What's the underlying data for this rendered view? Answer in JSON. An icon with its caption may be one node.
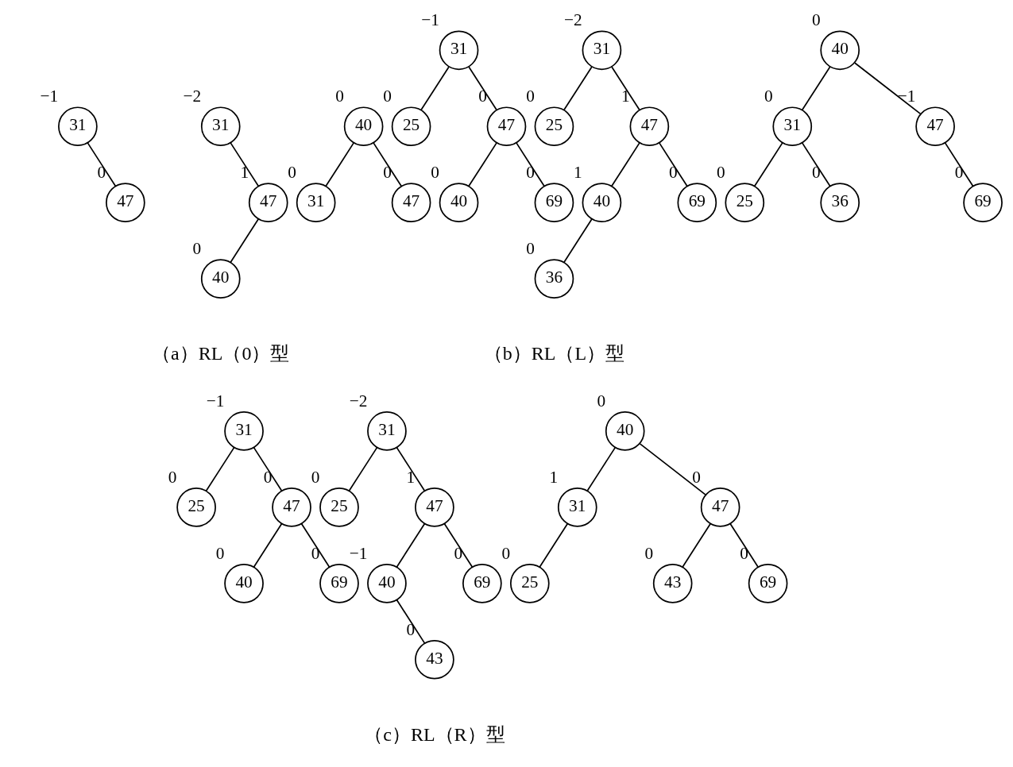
{
  "diagram": {
    "nodes": [
      {
        "text": [
          "31"
        ],
        "beside": [
          "−1"
        ]
      },
      {
        "text": [
          "47"
        ],
        "beside": [
          "0"
        ]
      },
      {
        "text": [
          "31"
        ],
        "beside": [
          "−2"
        ]
      },
      {
        "text": [
          "47"
        ],
        "beside": [
          "1"
        ]
      },
      {
        "text": [
          "40"
        ],
        "beside": [
          "0"
        ]
      },
      {
        "text": [
          "40"
        ],
        "beside": [
          "0"
        ]
      },
      {
        "text": [
          "31"
        ],
        "beside": [
          "0"
        ]
      },
      {
        "text": [
          "47"
        ],
        "beside": [
          "0"
        ]
      },
      {
        "text": [
          "31"
        ],
        "beside": [
          "−1"
        ]
      },
      {
        "text": [
          "25"
        ],
        "beside": [
          "0"
        ]
      },
      {
        "text": [
          "47"
        ],
        "beside": [
          "0"
        ]
      },
      {
        "text": [
          "40"
        ],
        "beside": [
          "0"
        ]
      },
      {
        "text": [
          "69"
        ],
        "beside": [
          "0"
        ]
      },
      {
        "text": [
          "31"
        ],
        "beside": [
          "−2"
        ]
      },
      {
        "text": [
          "25"
        ],
        "beside": [
          "0"
        ]
      },
      {
        "text": [
          "47"
        ],
        "beside": [
          "1"
        ]
      },
      {
        "text": [
          "40"
        ],
        "beside": [
          "1"
        ]
      },
      {
        "text": [
          "69"
        ],
        "beside": [
          "0"
        ]
      },
      {
        "text": [
          "36"
        ],
        "beside": [
          "0"
        ]
      },
      {
        "text": [
          "40"
        ],
        "beside": [
          "0"
        ]
      },
      {
        "text": [
          "31"
        ],
        "beside": [
          "0"
        ]
      },
      {
        "text": [
          "47"
        ],
        "beside": [
          "−1"
        ]
      },
      {
        "text": [
          "25"
        ],
        "beside": [
          "0"
        ]
      },
      {
        "text": [
          "36"
        ],
        "beside": [
          "0"
        ]
      },
      {
        "text": [
          "69"
        ],
        "beside": [
          "0"
        ]
      },
      {
        "text": [
          "31"
        ],
        "beside": [
          "−1"
        ]
      },
      {
        "text": [
          "25"
        ],
        "beside": [
          "0"
        ]
      },
      {
        "text": [
          "47"
        ],
        "beside": [
          "0"
        ]
      },
      {
        "text": [
          "40"
        ],
        "beside": [
          "0"
        ]
      },
      {
        "text": [
          "69"
        ],
        "beside": [
          "0"
        ]
      },
      {
        "text": [
          "31"
        ],
        "beside": [
          "−2"
        ]
      },
      {
        "text": [
          "25"
        ],
        "beside": [
          "0"
        ]
      },
      {
        "text": [
          "47"
        ],
        "beside": [
          "1"
        ]
      },
      {
        "text": [
          "40"
        ],
        "beside": [
          "−1"
        ]
      },
      {
        "text": [
          "69"
        ],
        "beside": [
          "0"
        ]
      },
      {
        "text": [
          "43"
        ],
        "beside": [
          "0"
        ]
      },
      {
        "text": [
          "40"
        ],
        "beside": [
          "0"
        ]
      },
      {
        "text": [
          "31"
        ],
        "beside": [
          "1"
        ]
      },
      {
        "text": [
          "47"
        ],
        "beside": [
          "0"
        ]
      },
      {
        "text": [
          "25"
        ],
        "beside": [
          "0"
        ]
      },
      {
        "text": [
          "43"
        ],
        "beside": [
          "0"
        ]
      },
      {
        "text": [
          "69"
        ],
        "beside": [
          "0"
        ]
      }
    ],
    "edges": [
      {
        "from": 0,
        "to": 1,
        "arrow": "none"
      },
      {
        "from": 2,
        "to": 3,
        "arrow": "none"
      },
      {
        "from": 3,
        "to": 4,
        "arrow": "none"
      },
      {
        "from": 5,
        "to": 6,
        "arrow": "none"
      },
      {
        "from": 5,
        "to": 7,
        "arrow": "none"
      },
      {
        "from": 8,
        "to": 9,
        "arrow": "none"
      },
      {
        "from": 8,
        "to": 10,
        "arrow": "none"
      },
      {
        "from": 10,
        "to": 11,
        "arrow": "none"
      },
      {
        "from": 10,
        "to": 12,
        "arrow": "none"
      },
      {
        "from": 13,
        "to": 14,
        "arrow": "none"
      },
      {
        "from": 13,
        "to": 15,
        "arrow": "none"
      },
      {
        "from": 15,
        "to": 16,
        "arrow": "none"
      },
      {
        "from": 15,
        "to": 17,
        "arrow": "none"
      },
      {
        "from": 16,
        "to": 18,
        "arrow": "none"
      },
      {
        "from": 19,
        "to": 20,
        "arrow": "none"
      },
      {
        "from": 19,
        "to": 21,
        "arrow": "none"
      },
      {
        "from": 20,
        "to": 22,
        "arrow": "none"
      },
      {
        "from": 20,
        "to": 23,
        "arrow": "none"
      },
      {
        "from": 21,
        "to": 24,
        "arrow": "none"
      },
      {
        "from": 25,
        "to": 26,
        "arrow": "none"
      },
      {
        "from": 25,
        "to": 27,
        "arrow": "none"
      },
      {
        "from": 27,
        "to": 28,
        "arrow": "none"
      },
      {
        "from": 27,
        "to": 29,
        "arrow": "none"
      },
      {
        "from": 30,
        "to": 31,
        "arrow": "none"
      },
      {
        "from": 30,
        "to": 32,
        "arrow": "none"
      },
      {
        "from": 32,
        "to": 33,
        "arrow": "none"
      },
      {
        "from": 32,
        "to": 34,
        "arrow": "none"
      },
      {
        "from": 33,
        "to": 35,
        "arrow": "none"
      },
      {
        "from": 36,
        "to": 37,
        "arrow": "none"
      },
      {
        "from": 36,
        "to": 38,
        "arrow": "none"
      },
      {
        "from": 37,
        "to": 39,
        "arrow": "none"
      },
      {
        "from": 38,
        "to": 40,
        "arrow": "none"
      },
      {
        "from": 38,
        "to": 41,
        "arrow": "none"
      }
    ],
    "labels": [
      "（a）RL（0）型",
      "（b）RL（L）型",
      "（c）RL（R）型"
    ]
  }
}
